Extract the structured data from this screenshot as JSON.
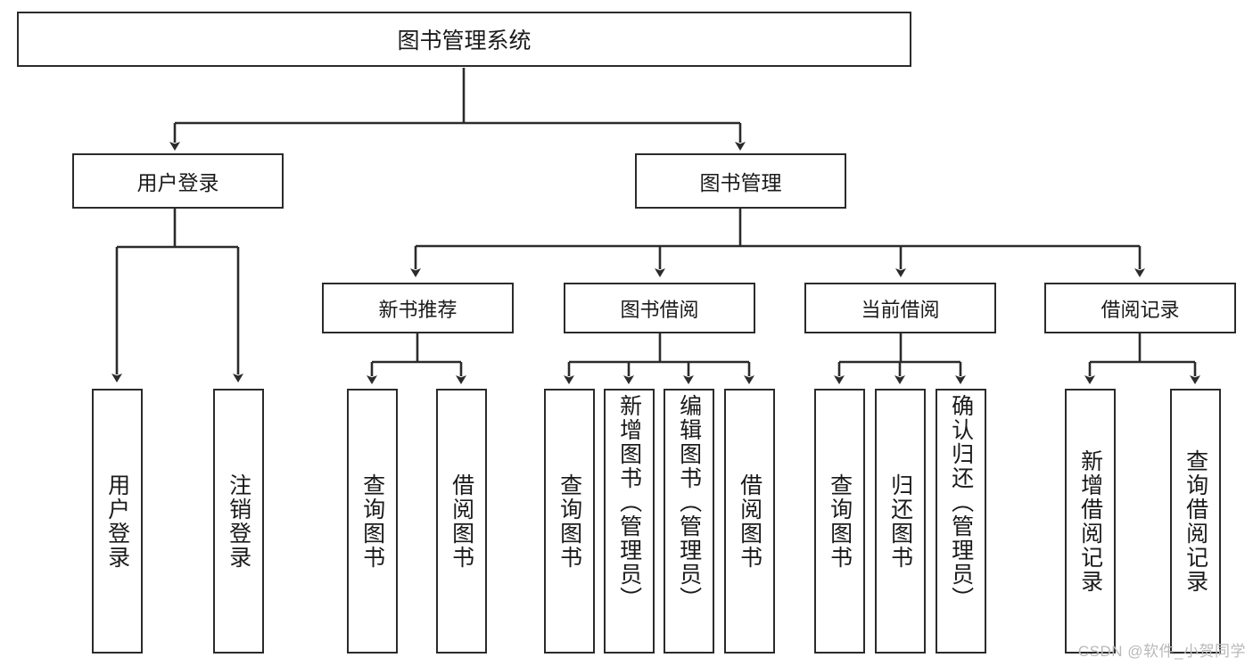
{
  "diagram": {
    "type": "tree",
    "title": "图书管理系统",
    "watermark": "CSDN @软件_小贺同学",
    "colors": {
      "box_border": "#2b2b2b",
      "box_fill": "#ffffff",
      "edge": "#2b2b2b",
      "text": "#1a1a1a",
      "watermark": "#b9b9b9"
    },
    "nodes": {
      "root": {
        "label": "图书管理系统"
      },
      "level2": [
        {
          "id": "user-login",
          "label": "用户登录"
        },
        {
          "id": "book-manage",
          "label": "图书管理"
        }
      ],
      "level3": [
        {
          "id": "new-book-rec",
          "label": "新书推荐"
        },
        {
          "id": "book-borrow",
          "label": "图书借阅"
        },
        {
          "id": "current-borrow",
          "label": "当前借阅"
        },
        {
          "id": "borrow-record",
          "label": "借阅记录"
        }
      ],
      "leaves": [
        {
          "id": "leaf-user-login",
          "label": "用户登录",
          "parent": "user-login"
        },
        {
          "id": "leaf-logout",
          "label": "注销登录",
          "parent": "user-login"
        },
        {
          "id": "leaf-query-book-1",
          "label": "查询图书",
          "parent": "new-book-rec"
        },
        {
          "id": "leaf-borrow-book-1",
          "label": "借阅图书",
          "parent": "new-book-rec"
        },
        {
          "id": "leaf-query-book-2",
          "label": "查询图书",
          "parent": "book-borrow"
        },
        {
          "id": "leaf-add-book",
          "label": "新增图书（管理员）",
          "parent": "book-borrow"
        },
        {
          "id": "leaf-edit-book",
          "label": "编辑图书（管理员）",
          "parent": "book-borrow"
        },
        {
          "id": "leaf-borrow-book-2",
          "label": "借阅图书",
          "parent": "book-borrow"
        },
        {
          "id": "leaf-query-book-3",
          "label": "查询图书",
          "parent": "current-borrow"
        },
        {
          "id": "leaf-return-book",
          "label": "归还图书",
          "parent": "current-borrow"
        },
        {
          "id": "leaf-confirm-return",
          "label": "确认归还（管理员）",
          "parent": "current-borrow"
        },
        {
          "id": "leaf-add-record",
          "label": "新增借阅记录",
          "parent": "borrow-record"
        },
        {
          "id": "leaf-query-record",
          "label": "查询借阅记录",
          "parent": "borrow-record"
        }
      ]
    }
  }
}
